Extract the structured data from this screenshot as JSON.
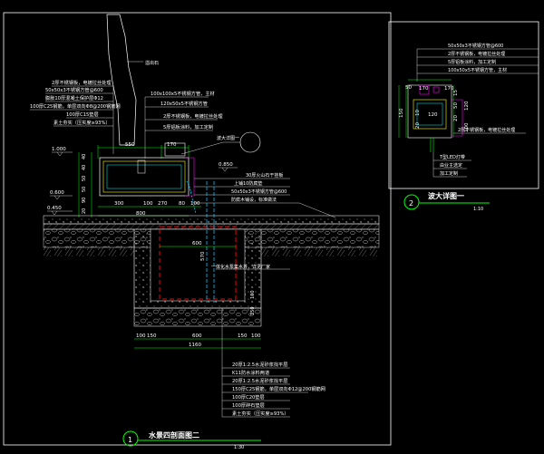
{
  "colors": {
    "background": "#000000",
    "frame": "#ffffff",
    "dimension": "#00ff00",
    "annotation": "#ffffff",
    "pipe": "#ff0000",
    "water": "#00c8ff",
    "magenta": "#ff00ff",
    "yellow": "#ffff00",
    "cyan": "#00ffff",
    "hatch": "#bbbbbb"
  },
  "main": {
    "title": "水景四剖面图二",
    "scale": "1:30",
    "number": "1",
    "top_note": "溢出石",
    "left_notes": [
      "2厚不锈钢板，电镀拉丝处理",
      "50x50x3不锈钢方管@600",
      "膨胀10厚混凝土保护层Φ12",
      "100厚C25钢筋，单层双向Φ8@200钢筋网",
      "100厚C15垫层",
      "素土夯实（压实度≥93%）"
    ],
    "right_notes": [
      "100x100x5不锈钢方管，主材",
      "120x50x5不锈钢方管",
      "2厚不锈钢板，电镀拉丝处理",
      "5厚铝板涂料，加工定制"
    ],
    "tag_note": "波大详图一",
    "mid_notes": [
      "30厚火山石干挂板",
      "上铺10防腐垫",
      "50x50x3不锈钢方管@600",
      "防腐木铺设，标准做法"
    ],
    "pit_note": "一体化水泵集水井，详见厂家",
    "bottom_notes": [
      "20厚1:2.5水泥砂浆找平层",
      "K11防水涂料两道",
      "20厚1:2.5水泥砂浆找平层",
      "150厚C25钢筋，单层双向Φ12@200钢筋网",
      "100厚C20垫层",
      "100厚碎石垫层",
      "素土夯实（压实度≥93%）"
    ],
    "elevations": [
      "1.000",
      "0.850",
      "0.600",
      "0.450"
    ],
    "dims_top": [
      "550",
      "170"
    ],
    "dims_verticals": [
      "40",
      "40",
      "50",
      "50",
      "90",
      "20"
    ],
    "dims_horizontal": [
      "300",
      "100",
      "270",
      "80",
      "100"
    ],
    "dim_800": "800",
    "pit_width": "600",
    "pit_depth": "570",
    "base_dims": [
      "100",
      "150",
      "600",
      "150",
      "100"
    ],
    "base_total": "1160",
    "wall_dims": [
      "100",
      "150"
    ]
  },
  "detail": {
    "title": "波大详图一",
    "scale": "1:10",
    "number": "2",
    "top_notes": [
      "50x50x3不锈钢方管@600",
      "2厚不锈钢板，电镀拉丝处理",
      "5厚铝板涂料，加工定制",
      "100x50x5不锈钢方管，主材"
    ],
    "bottom_notes": [
      "2厚不锈钢板，电镀拉丝处理",
      "T型LED灯带",
      "由业主选定",
      "加工定制"
    ],
    "dims": [
      "170",
      "50",
      "150",
      "120",
      "10",
      "20",
      "15",
      "50",
      "120",
      "170",
      "20",
      "100"
    ]
  }
}
